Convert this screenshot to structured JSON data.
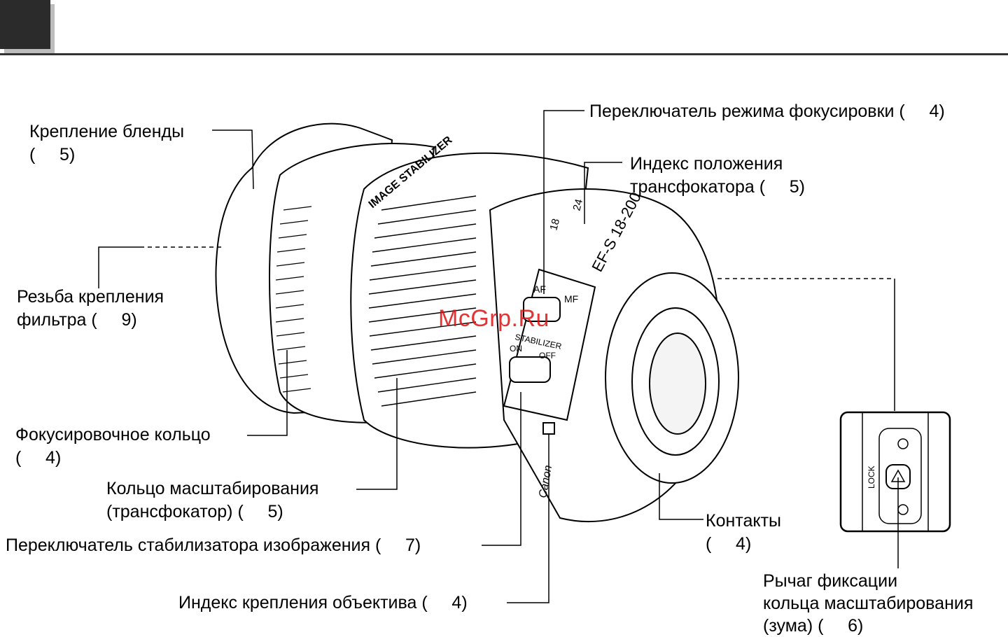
{
  "labels": {
    "hood_mount_1": "Крепление бленды",
    "hood_mount_2": "(     5)",
    "filter_thread_1": "Резьба крепления",
    "filter_thread_2": "фильтра (     9)",
    "focus_ring_1": "Фокусировочное кольцо",
    "focus_ring_2": "(     4)",
    "zoom_ring_1": "Кольцо масштабирования",
    "zoom_ring_2": "(трансфокатор) (     5)",
    "stabilizer_switch": "Переключатель стабилизатора изображения (     7)",
    "mount_index": "Индекс крепления объектива (     4)",
    "focus_mode_switch": "Переключатель режима фокусировки (     4)",
    "zoom_index_1": "Индекс положения",
    "zoom_index_2": "трансфокатора (     5)",
    "contacts_1": "Контакты",
    "contacts_2": "(     4)",
    "zoom_lock_1": "Рычаг фиксации",
    "zoom_lock_2": "кольца масштабирования",
    "zoom_lock_3": "(зума) (     6)"
  },
  "lens_markings": {
    "image_stabilizer": "IMAGE STABILIZER",
    "af": "AF",
    "mf": "MF",
    "stabilizer": "STABILIZER",
    "on": "ON",
    "off": "OFF",
    "model": "EF-S 18-200",
    "focal_18": "18",
    "focal_24": "24",
    "brand": "Canon",
    "lock": "LOCK"
  },
  "watermark": "McGrp.Ru",
  "colors": {
    "header_block": "#2b2b2b",
    "watermark": "#d11111",
    "line": "#000000"
  }
}
